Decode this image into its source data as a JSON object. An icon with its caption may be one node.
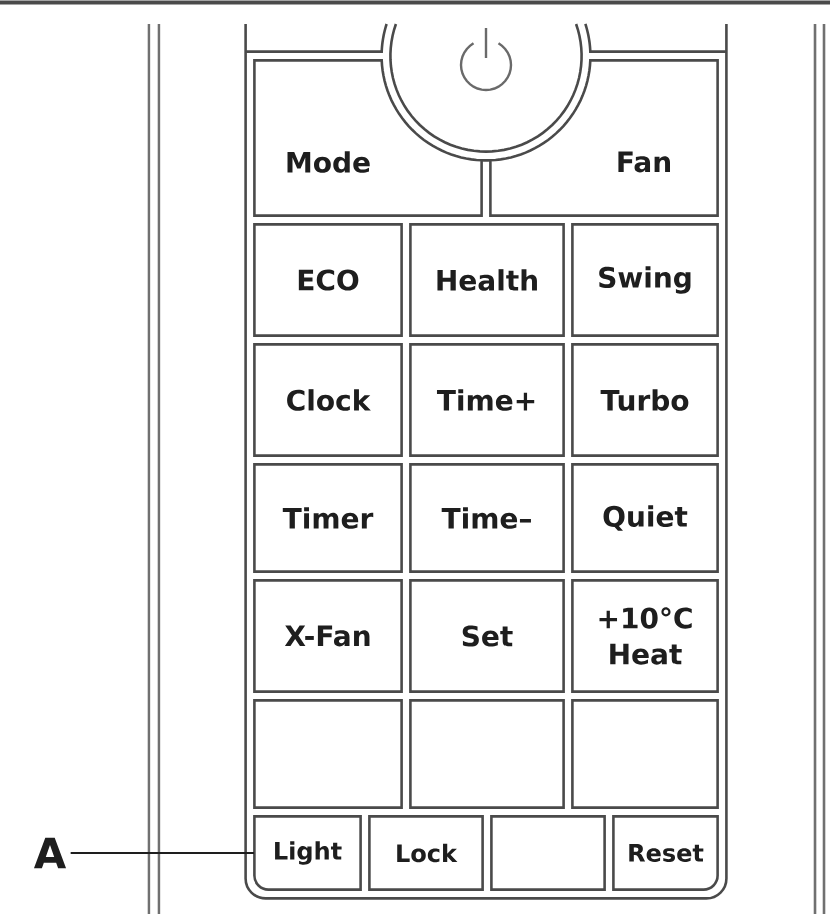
{
  "diagram": {
    "nodes": [
      {
        "text": [],
        "shape": "circle"
      },
      {
        "text": [
          "Mode"
        ]
      },
      {
        "text": [
          "Fan"
        ]
      },
      {
        "text": [
          "ECO"
        ]
      },
      {
        "text": [
          "Health"
        ]
      },
      {
        "text": [
          "Swing"
        ]
      },
      {
        "text": [
          "Clock"
        ]
      },
      {
        "text": [
          "Time+"
        ]
      },
      {
        "text": [
          "Turbo"
        ]
      },
      {
        "text": [
          "Timer"
        ]
      },
      {
        "text": [
          "Time–"
        ]
      },
      {
        "text": [
          "Quiet"
        ]
      },
      {
        "text": [
          "X-Fan"
        ]
      },
      {
        "text": [
          "Set"
        ]
      },
      {
        "text": [
          "+10°C Heat"
        ]
      },
      {
        "text": [],
        "shape": "box"
      },
      {
        "text": [],
        "shape": "box"
      },
      {
        "text": [],
        "shape": "box"
      },
      {
        "text": [
          "A"
        ]
      },
      {
        "text": [
          "Light"
        ]
      },
      {
        "text": [
          "Lock"
        ]
      },
      {
        "text": [],
        "shape": "box"
      },
      {
        "text": [
          "Reset"
        ]
      }
    ],
    "edges": [
      {
        "from": 18,
        "to": 19,
        "arrow": "none"
      }
    ]
  }
}
